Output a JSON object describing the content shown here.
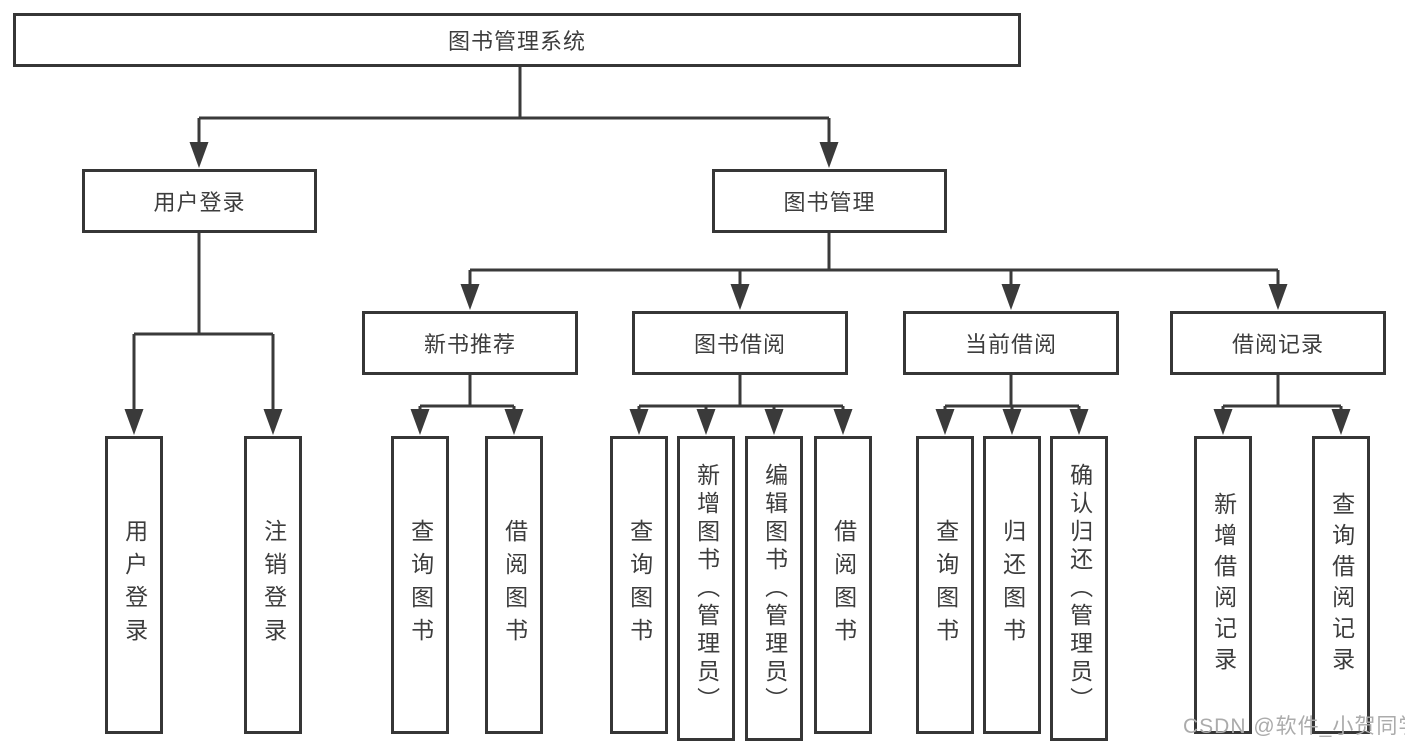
{
  "diagram": {
    "title": "图书管理系统",
    "root": {
      "label": "图书管理系统"
    },
    "level2": [
      {
        "id": "user-login",
        "label": "用户登录"
      },
      {
        "id": "book-management",
        "label": "图书管理"
      }
    ],
    "level3": [
      {
        "id": "new-book-recommend",
        "label": "新书推荐",
        "parent": "图书管理"
      },
      {
        "id": "book-borrowing",
        "label": "图书借阅",
        "parent": "图书管理"
      },
      {
        "id": "current-borrowing",
        "label": "当前借阅",
        "parent": "图书管理"
      },
      {
        "id": "borrowing-records",
        "label": "借阅记录",
        "parent": "图书管理"
      }
    ],
    "level4": [
      {
        "id": "user-login-leaf",
        "label": "用户登录",
        "parent": "用户登录"
      },
      {
        "id": "logout",
        "label": "注销登录",
        "parent": "用户登录"
      },
      {
        "id": "query-books-recommend",
        "label": "查询图书",
        "parent": "新书推荐"
      },
      {
        "id": "borrow-books-recommend",
        "label": "借阅图书",
        "parent": "新书推荐"
      },
      {
        "id": "query-books-borrowing",
        "label": "查询图书",
        "parent": "图书借阅"
      },
      {
        "id": "add-books-admin",
        "label": "新增图书（管理员）",
        "parent": "图书借阅"
      },
      {
        "id": "edit-books-admin",
        "label": "编辑图书（管理员）",
        "parent": "图书借阅"
      },
      {
        "id": "borrow-books-borrowing",
        "label": "借阅图书",
        "parent": "图书借阅"
      },
      {
        "id": "query-books-current",
        "label": "查询图书",
        "parent": "当前借阅"
      },
      {
        "id": "return-books",
        "label": "归还图书",
        "parent": "当前借阅"
      },
      {
        "id": "confirm-return-admin",
        "label": "确认归还（管理员）",
        "parent": "当前借阅"
      },
      {
        "id": "add-borrow-record",
        "label": "新增借阅记录",
        "parent": "借阅记录"
      },
      {
        "id": "query-borrow-record",
        "label": "查询借阅记录",
        "parent": "借阅记录"
      }
    ],
    "colors": {
      "line": "#3a3a3a",
      "box_border": "#363636",
      "box_fill": "#ffffff",
      "text": "#3d3d3d",
      "watermark_text": "#ababab"
    }
  },
  "watermark": "CSDN @软件_小贺同学"
}
